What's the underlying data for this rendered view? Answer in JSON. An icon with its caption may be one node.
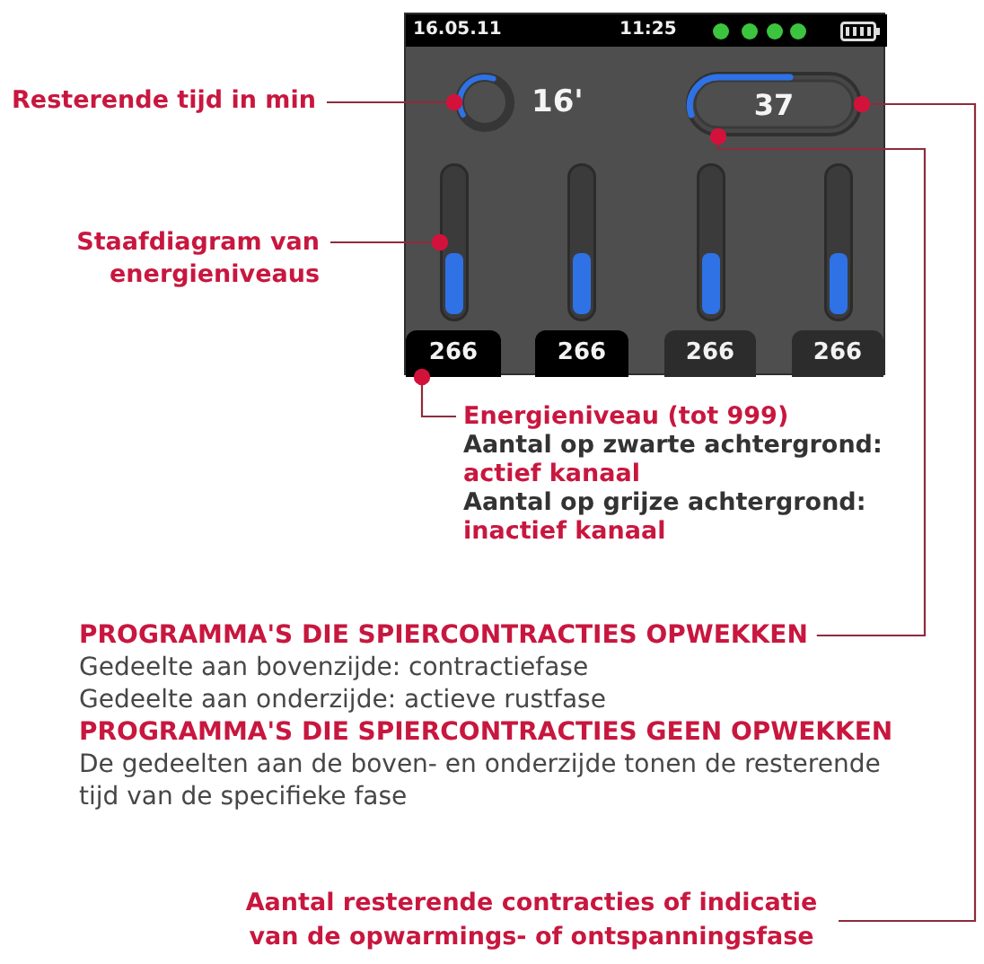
{
  "diagram": {
    "nodes": [
      {
        "text": [],
        "shape": "box"
      },
      {
        "text": [
          "16.05.11",
          "11:25"
        ],
        "in": 0
      },
      {
        "text": [],
        "shape": "circle",
        "in": 0,
        "beside": [
          "16'"
        ]
      },
      {
        "text": [
          "37"
        ],
        "in": 0
      },
      {
        "text": [],
        "shape": "bar",
        "in": 0
      },
      {
        "text": [
          "266"
        ],
        "in": 0
      },
      {
        "text": [
          "266"
        ],
        "in": 0
      },
      {
        "text": [
          "266"
        ],
        "in": 0
      },
      {
        "text": [
          "266"
        ],
        "in": 0
      },
      {
        "text": [
          "Resterende tijd in min"
        ]
      },
      {
        "text": [
          "Staafdiagram van energieniveaus"
        ]
      },
      {
        "text": [
          "Energieniveau (tot 999)",
          "Aantal op zwarte achtergrond:",
          "actief kanaal",
          "Aantal op grijze achtergrond:",
          "inactief kanaal"
        ]
      },
      {
        "text": [
          "PROGRAMMA'S DIE SPIERCONTRACTIES OPWEKKEN",
          "Gedeelte aan bovenzijde: contractiefase",
          "Gedeelte aan onderzijde: actieve rustfase",
          "PROGRAMMA'S DIE SPIERCONTRACTIES GEEN OPWEKKEN",
          "De gedeelten aan de boven- en onderzijde tonen de resterende tijd van de specifieke fase"
        ]
      },
      {
        "text": [
          "Aantal resterende contracties of indicatie van de opwarmings- of ontspanningsfase"
        ]
      }
    ],
    "edges": [
      {
        "from": 9,
        "to": 2,
        "arrow": "other"
      },
      {
        "from": 10,
        "to": 4,
        "arrow": "other"
      },
      {
        "from": 11,
        "to": 5,
        "arrow": "other"
      },
      {
        "from": 12,
        "to": 3,
        "arrow": "other"
      },
      {
        "from": 13,
        "to": 3,
        "arrow": "other"
      }
    ]
  }
}
